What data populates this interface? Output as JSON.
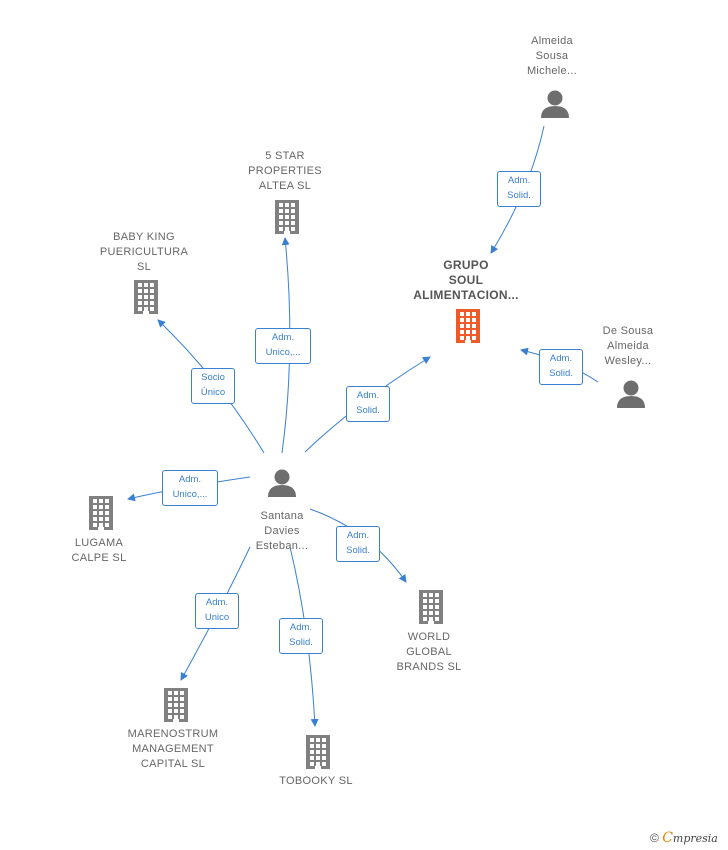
{
  "nodes": [
    {
      "id": "santana",
      "kind": "person",
      "label": [
        "Santana",
        "Davies",
        "Esteban..."
      ]
    },
    {
      "id": "almeida",
      "kind": "person",
      "label": [
        "Almeida",
        "Sousa",
        "Michele..."
      ]
    },
    {
      "id": "desousa",
      "kind": "person",
      "label": [
        "De Sousa",
        "Almeida",
        "Wesley..."
      ]
    },
    {
      "id": "grupo",
      "kind": "company-main",
      "label": [
        "GRUPO",
        "SOUL",
        "ALIMENTACION..."
      ]
    },
    {
      "id": "five",
      "kind": "company",
      "label": [
        "5 STAR",
        "PROPERTIES",
        "ALTEA SL"
      ]
    },
    {
      "id": "baby",
      "kind": "company",
      "label": [
        "BABY KING",
        "PUERICULTURA",
        "SL"
      ]
    },
    {
      "id": "lugama",
      "kind": "company",
      "label": [
        "LUGAMA",
        "CALPE SL"
      ]
    },
    {
      "id": "mare",
      "kind": "company",
      "label": [
        "MARENOSTRUM",
        "MANAGEMENT",
        "CAPITAL SL"
      ]
    },
    {
      "id": "tobooky",
      "kind": "company",
      "label": [
        "TOBOOKY SL"
      ]
    },
    {
      "id": "world",
      "kind": "company",
      "label": [
        "WORLD",
        "GLOBAL",
        "BRANDS SL"
      ]
    }
  ],
  "edges": [
    {
      "id": "e-almeida-grupo",
      "label": [
        "Adm.",
        "Solid."
      ]
    },
    {
      "id": "e-desousa-grupo",
      "label": [
        "Adm.",
        "Solid."
      ]
    },
    {
      "id": "e-santana-grupo",
      "label": [
        "Adm.",
        "Solid."
      ]
    },
    {
      "id": "e-santana-five",
      "label": [
        "Adm.",
        "Unico,..."
      ]
    },
    {
      "id": "e-santana-baby",
      "label": [
        "Socio",
        "Único"
      ]
    },
    {
      "id": "e-santana-lugama",
      "label": [
        "Adm.",
        "Unico,..."
      ]
    },
    {
      "id": "e-santana-mare",
      "label": [
        "Adm.",
        "Unico"
      ]
    },
    {
      "id": "e-santana-tobooky",
      "label": [
        "Adm.",
        "Solid."
      ]
    },
    {
      "id": "e-santana-world",
      "label": [
        "Adm.",
        "Solid."
      ]
    }
  ],
  "colors": {
    "edge": "#3a80d0",
    "company_icon": "#808080",
    "main_company_icon": "#f05a28",
    "person_icon": "#6e6e6e"
  },
  "footer": {
    "copyright_symbol": "©",
    "brand_initial": "C",
    "brand_rest": "mpresia"
  }
}
